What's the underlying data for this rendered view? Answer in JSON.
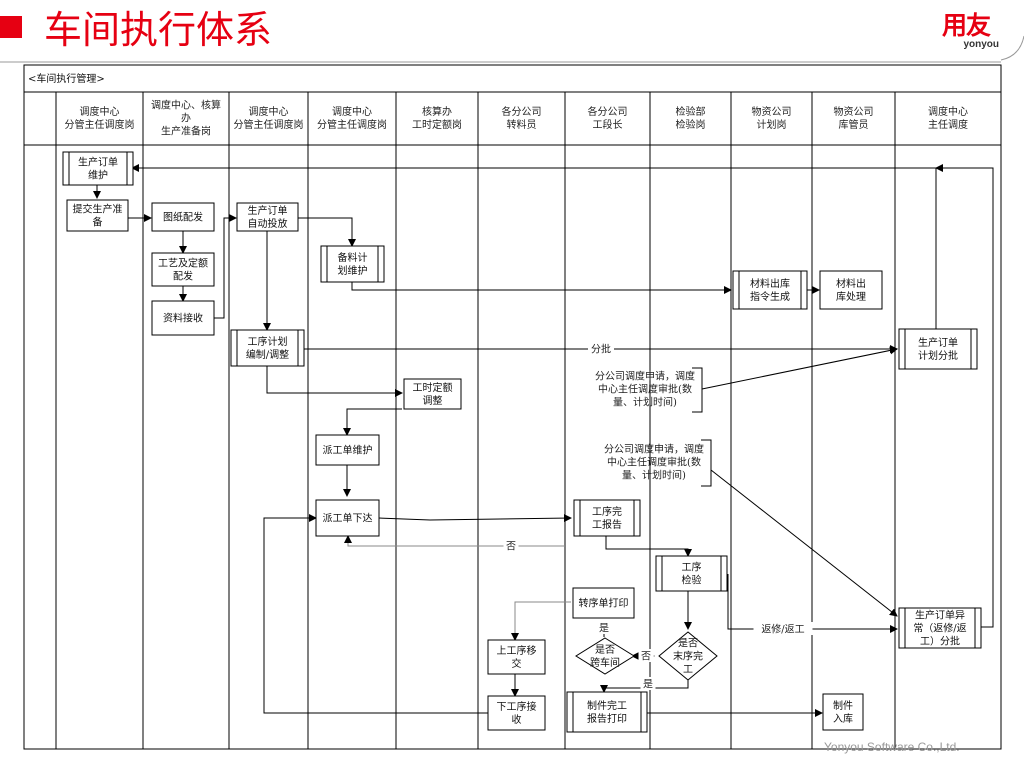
{
  "header": {
    "title": "车间执行体系",
    "logo_cn": "用友",
    "logo_en": "yonyou",
    "accent_color": "#e60012"
  },
  "footer": {
    "company": "Yonyou Software Co.,Ltd."
  },
  "diagram": {
    "caption": "<车间执行管理>",
    "lanes": [
      [
        "调度中心",
        "分管主任调度岗"
      ],
      [
        "调度中心、核算",
        "办",
        "生产准备岗"
      ],
      [
        "调度中心",
        "分管主任调度岗"
      ],
      [
        "调度中心",
        "分管主任调度岗"
      ],
      [
        "核算办",
        "工时定额岗"
      ],
      [
        "各分公司",
        "转料员"
      ],
      [
        "各分公司",
        "工段长"
      ],
      [
        "检验部",
        "检验岗"
      ],
      [
        "物资公司",
        "计划岗"
      ],
      [
        "物资公司",
        "库管员"
      ],
      [
        "调度中心",
        "主任调度"
      ]
    ],
    "boxes": {
      "order_maintain": [
        "生产订单",
        "维护"
      ],
      "submit_prep": [
        "提交生产准",
        "备"
      ],
      "drawing": [
        "图纸配发"
      ],
      "process_quota": [
        "工艺及定额",
        "配发"
      ],
      "data_receive": [
        "资料接收"
      ],
      "order_release": [
        "生产订单",
        "自动投放"
      ],
      "material_plan": [
        "备料计",
        "划维护"
      ],
      "issue_instruction": [
        "材料出库",
        "指令生成"
      ],
      "issue_process": [
        "材料出",
        "库处理"
      ],
      "op_plan": [
        "工序计划",
        "编制/调整"
      ],
      "order_batch": [
        "生产订单",
        "计划分批"
      ],
      "quota_adjust": [
        "工时定额",
        "调整"
      ],
      "dispatch_maintain": [
        "派工单维护"
      ],
      "dispatch_issue": [
        "派工单下达"
      ],
      "op_report": [
        "工序完",
        "工报告"
      ],
      "op_inspect": [
        "工序",
        "检验"
      ],
      "transfer_print": [
        "转序单打印"
      ],
      "next_move": [
        "上工序移",
        "交"
      ],
      "next_receive": [
        "下工序接",
        "收"
      ],
      "part_report_print": [
        "制件完工",
        "报告打印"
      ],
      "warehouse_in": [
        "制件",
        "入库"
      ],
      "order_exception": [
        "生产订单异",
        "常（返修/返",
        "工）分批"
      ]
    },
    "decisions": {
      "cross_shop": [
        "是否",
        "跨车间"
      ],
      "last_op": [
        "是否",
        "末序完",
        "工"
      ]
    },
    "notes": {
      "note1": [
        "分公司调度申请，调度",
        "中心主任调度审批(数",
        "量、计划时间)"
      ],
      "note2": [
        "分公司调度申请，调度",
        "中心主任调度审批(数",
        "量、计划时间)"
      ]
    },
    "labels": {
      "batch": "分批",
      "no_dispatch": "否",
      "yes_transfer": "是",
      "no_decision": "否",
      "yes_last": "是",
      "rework": "返修/返工"
    }
  }
}
